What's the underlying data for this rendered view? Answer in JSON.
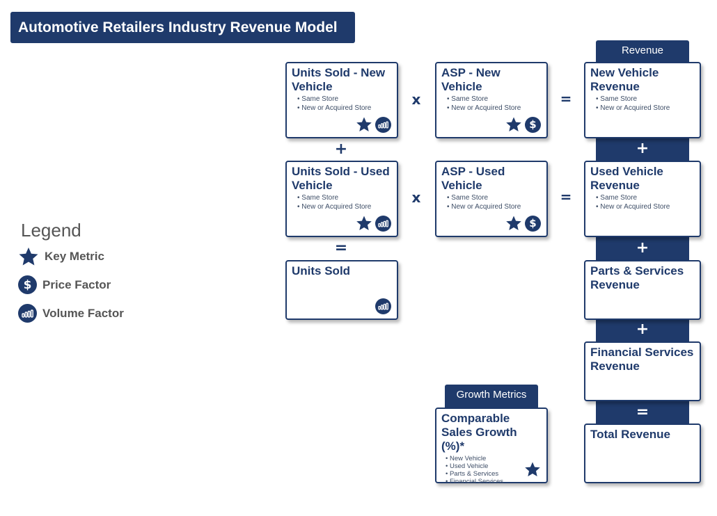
{
  "title": "Automotive Retailers Industry Revenue Model",
  "legend": {
    "title": "Legend",
    "items": [
      {
        "icon": "star-icon",
        "label": "Key Metric"
      },
      {
        "icon": "dollar-icon",
        "label": "Price Factor"
      },
      {
        "icon": "bar-chart-icon",
        "label": "Volume Factor"
      }
    ]
  },
  "cards": {
    "units_new": {
      "title": "Units Sold - New Vehicle",
      "bullets": [
        "Same Store",
        "New or Acquired Store"
      ]
    },
    "asp_new": {
      "title": "ASP - New Vehicle",
      "bullets": [
        "Same Store",
        "New or Acquired Store"
      ]
    },
    "rev_new": {
      "title": "New Vehicle Revenue",
      "bullets": [
        "Same Store",
        "New or Acquired Store"
      ]
    },
    "units_used": {
      "title": "Units Sold - Used Vehicle",
      "bullets": [
        "Same Store",
        "New or Acquired Store"
      ]
    },
    "asp_used": {
      "title": "ASP - Used Vehicle",
      "bullets": [
        "Same Store",
        "New or Acquired Store"
      ]
    },
    "rev_used": {
      "title": "Used Vehicle Revenue",
      "bullets": [
        "Same Store",
        "New or Acquired Store"
      ]
    },
    "units_sold": {
      "title": "Units Sold"
    },
    "parts": {
      "title": "Parts & Services Revenue"
    },
    "financial": {
      "title": "Financial Services Revenue"
    },
    "total": {
      "title": "Total Revenue"
    },
    "comp": {
      "title": "Comparable Sales Growth (%)*",
      "bullets": [
        "New Vehicle",
        "Used Vehicle",
        "Parts & Services",
        "Financial Services"
      ]
    }
  },
  "tabs": {
    "revenue": "Revenue",
    "growth": "Growth Metrics"
  },
  "operators": {
    "times": "x",
    "equals": "=",
    "plus": "+"
  },
  "colors": {
    "primary": "#1f3a6b",
    "legend_text": "#555555"
  }
}
